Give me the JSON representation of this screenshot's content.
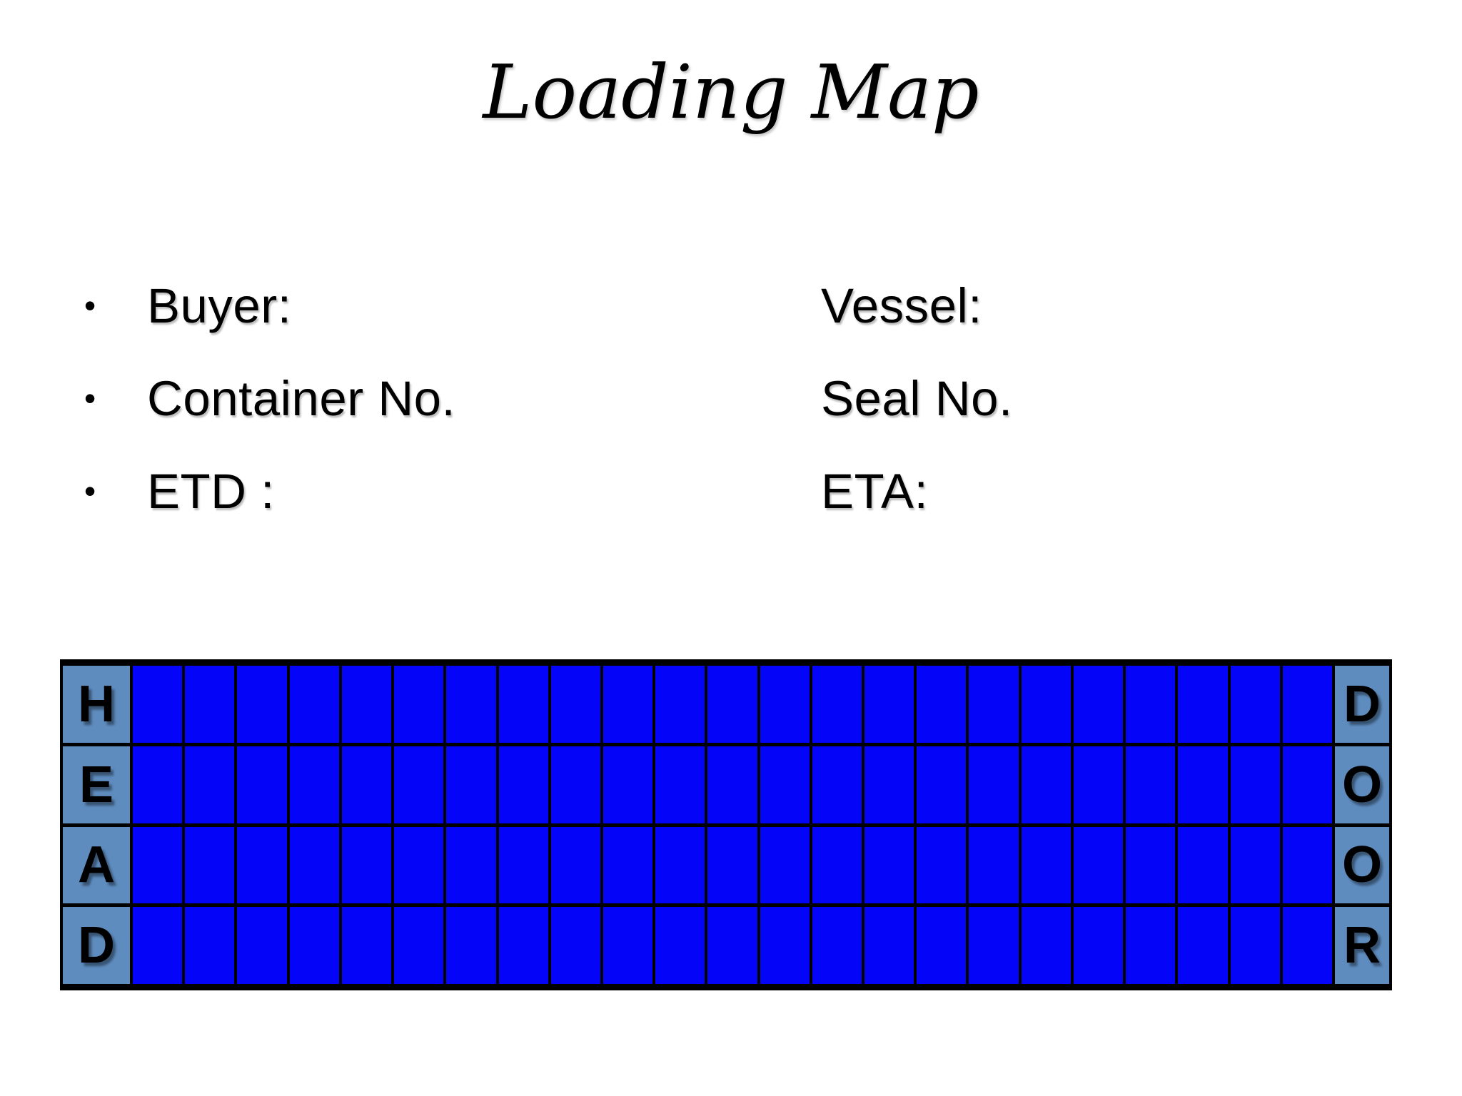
{
  "title": "Loading Map",
  "info": {
    "bullet_glyph": "•",
    "left_items": [
      "Buyer:",
      "Container No.",
      "ETD :"
    ],
    "right_items": [
      "Vessel:",
      "Seal No.",
      "ETA:"
    ]
  },
  "loading_map": {
    "rows": 4,
    "columns": 23,
    "head_letters": [
      "H",
      "E",
      "A",
      "D"
    ],
    "door_letters": [
      "D",
      "O",
      "O",
      "R"
    ],
    "colors": {
      "cell_fill": "#0404f8",
      "label_fill": "#5e8cbf",
      "grid_line": "#000000"
    }
  }
}
